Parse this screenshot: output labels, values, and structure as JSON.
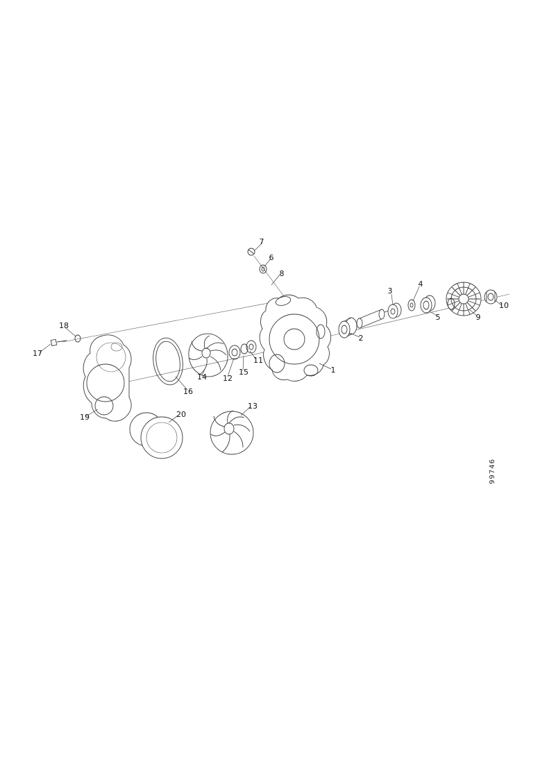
{
  "diagram": {
    "callouts": [
      {
        "id": "c7",
        "text": "7"
      },
      {
        "id": "c6",
        "text": "6"
      },
      {
        "id": "c8",
        "text": "8"
      },
      {
        "id": "c4",
        "text": "4"
      },
      {
        "id": "c3",
        "text": "3"
      },
      {
        "id": "c5",
        "text": "5"
      },
      {
        "id": "c9",
        "text": "9"
      },
      {
        "id": "c10",
        "text": "10"
      },
      {
        "id": "c2",
        "text": "2"
      },
      {
        "id": "c1",
        "text": "1"
      },
      {
        "id": "c11",
        "text": "11"
      },
      {
        "id": "c15",
        "text": "15"
      },
      {
        "id": "c12",
        "text": "12"
      },
      {
        "id": "c14",
        "text": "14"
      },
      {
        "id": "c16",
        "text": "16"
      },
      {
        "id": "c18",
        "text": "18"
      },
      {
        "id": "c17",
        "text": "17"
      },
      {
        "id": "c19",
        "text": "19"
      },
      {
        "id": "c20",
        "text": "20"
      },
      {
        "id": "c13",
        "text": "13"
      }
    ],
    "ref_code": "99746"
  }
}
